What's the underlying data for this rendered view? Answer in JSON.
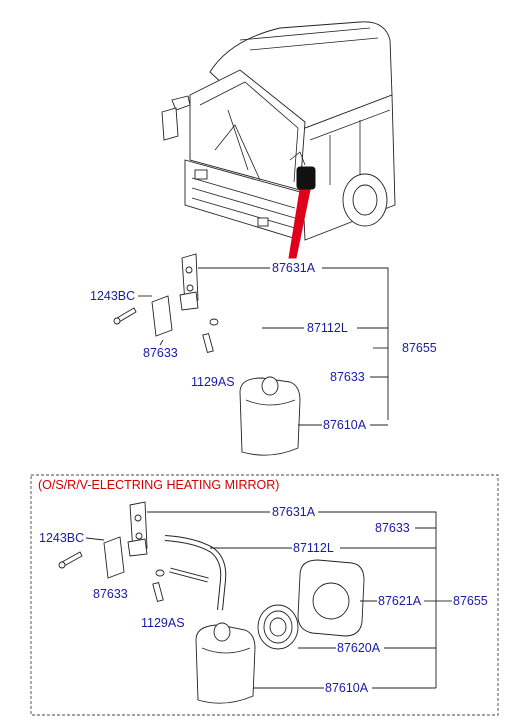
{
  "colors": {
    "part_label": "#1a1aa6",
    "section_title": "#d40000",
    "pointer": "#e0001b"
  },
  "upper": {
    "labels": {
      "bracket": "87631A",
      "screw": "1243BC",
      "cover": "87633",
      "hose": "87112L",
      "assembly": "87655",
      "cover_right": "87633",
      "bolt": "1129AS",
      "mirror_head": "87610A"
    }
  },
  "lower": {
    "title": "(O/S/R/V-ELECTRING HEATING MIRROR)",
    "labels": {
      "bracket": "87631A",
      "cover_right": "87633",
      "screw": "1243BC",
      "hose": "87112L",
      "cover": "87633",
      "glass": "87621A",
      "assembly": "87655",
      "bolt": "1129AS",
      "heater": "87620A",
      "mirror_head": "87610A"
    }
  }
}
